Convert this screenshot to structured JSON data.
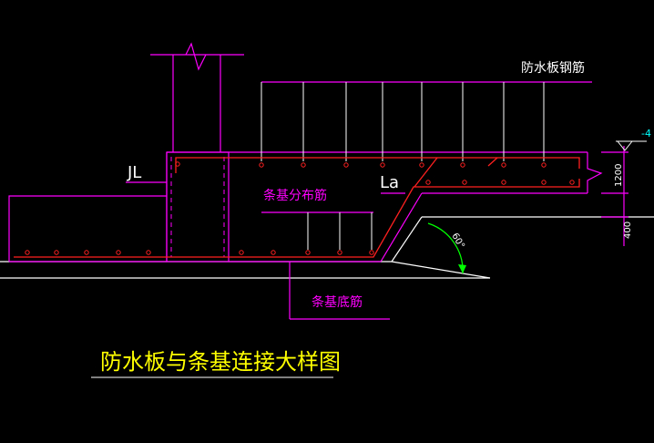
{
  "labels": {
    "waterproof_rebar": "防水板钢筋",
    "jl": "JL",
    "la": "La",
    "distribution_rebar": "条基分布筋",
    "bottom_rebar": "条基底筋",
    "dim_1200": "1200",
    "dim_400": "400",
    "angle": "60°",
    "level_mark": "-4",
    "title": "防水板与条基连接大样图"
  },
  "colors": {
    "background": "#000000",
    "outline": "#ff00ff",
    "rebar": "#ff2020",
    "structure": "#ffffff",
    "title": "#ffff00",
    "dimension": "#00ff00",
    "cyan": "#00ffff"
  }
}
